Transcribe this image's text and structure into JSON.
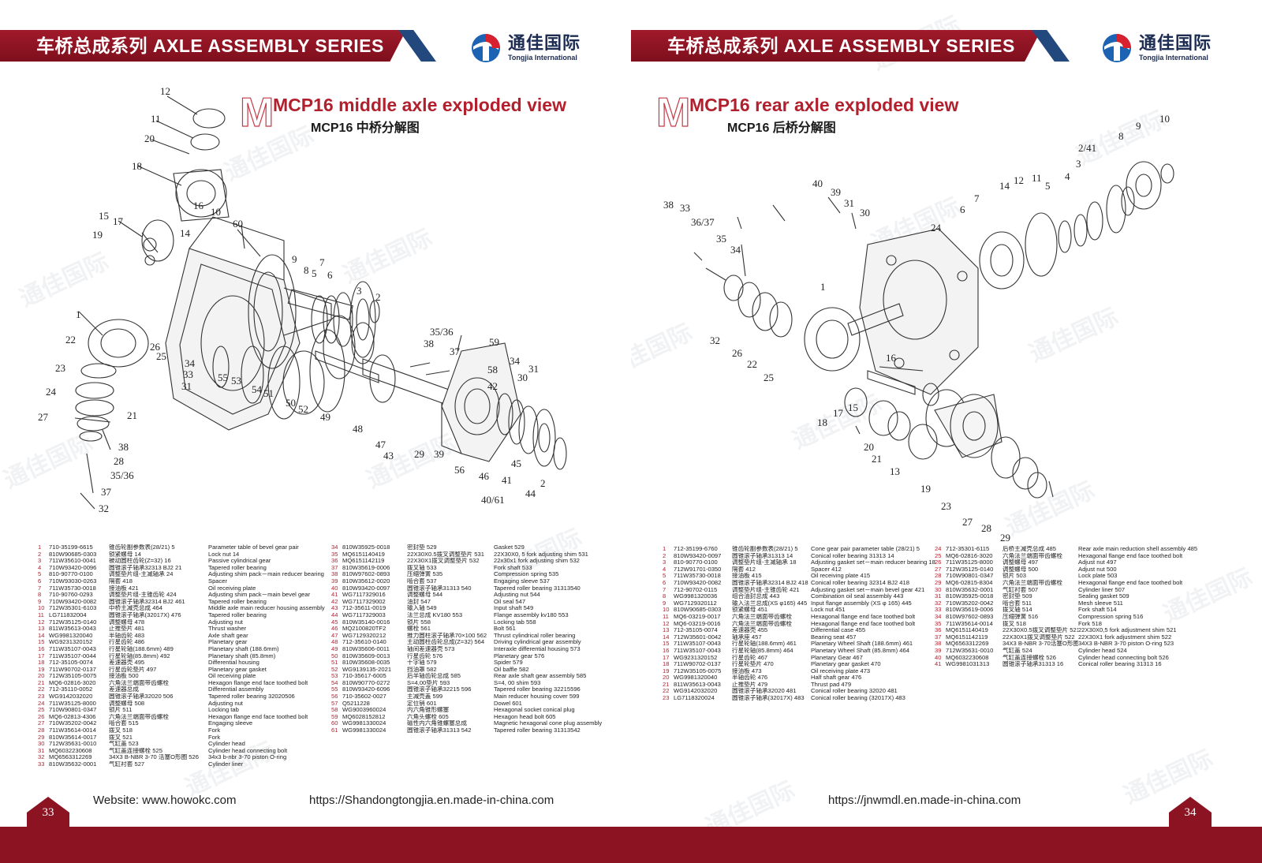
{
  "header": {
    "series_title": "车桥总成系列 AXLE ASSEMBLY SERIES",
    "logo_cn": "通佳国际",
    "logo_en": "Tongjia International"
  },
  "watermark": "通佳国际",
  "colors": {
    "red": "#8c1422",
    "blue": "#23487d",
    "accent": "#b21f2d"
  },
  "left_page": {
    "heading_letter": "M",
    "title_en": "MCP16 middle axle exploded view",
    "title_cn": "MCP16 中桥分解图",
    "callouts": [
      "12",
      "11",
      "20",
      "18",
      "17",
      "15",
      "19",
      "16",
      "14",
      "10",
      "60",
      "1",
      "22",
      "23",
      "24",
      "27",
      "21",
      "26",
      "25",
      "34",
      "33",
      "31",
      "38",
      "28",
      "35/36",
      "37",
      "32",
      "9",
      "7",
      "6",
      "5",
      "8",
      "3",
      "2",
      "55",
      "53",
      "54",
      "51",
      "50",
      "52",
      "49",
      "48",
      "47",
      "43",
      "35/36",
      "38",
      "37",
      "29",
      "39",
      "56",
      "59",
      "58",
      "34",
      "30",
      "31",
      "42",
      "45",
      "46",
      "41",
      "44",
      "40/61",
      "2"
    ],
    "parts_col1": [
      [
        "1",
        "710-35199-6615",
        "锥齿轮副参数表(28/21) 5",
        "Parameter table of bevel gear pair"
      ],
      [
        "2",
        "810W90685-0303",
        "锁紧螺母 14",
        "Lock nut 14"
      ],
      [
        "3",
        "711W35610-0041",
        "被动圆柱齿轮(Z=32) 16",
        "Passive cylindrical gear"
      ],
      [
        "4",
        "710W93420-0096",
        "圆锥滚子轴承32313 BJ2 21",
        "Tapered roller bearing"
      ],
      [
        "5",
        "810-90770-0100",
        "调整垫片组-主减轴承 24",
        "Adjusting shim pack－main reducer bearing"
      ],
      [
        "6",
        "710W93030-0263",
        "隔套 418",
        "Spacer"
      ],
      [
        "7",
        "711W35730-0018",
        "接油板 421",
        "Oil receiving plate"
      ],
      [
        "8",
        "710-90760-0293",
        "调整垫片组-主锥齿轮 424",
        "Adjusting shim pack－main bevel gear"
      ],
      [
        "9",
        "710W93420-0082",
        "圆锥滚子轴承32314 BJ2 461",
        "Tapered roller bearing"
      ],
      [
        "10",
        "712W35301-6103",
        "中桥主减壳总成 464",
        "Middle axle main reducer housing assembly"
      ],
      [
        "11",
        "LG711832004",
        "圆锥滚子轴承(32017X) 476",
        "Tapered roller bearing"
      ],
      [
        "12",
        "712W35125-0140",
        "调整螺母 478",
        "Adjusting nut"
      ],
      [
        "13",
        "811W35613-0043",
        "止推垫片 481",
        "Thrust washer"
      ],
      [
        "14",
        "WG9981320040",
        "半轴齿轮 483",
        "Axle shaft gear"
      ],
      [
        "15",
        "WG9231320152",
        "行星齿轮 486",
        "Planetary gear"
      ],
      [
        "16",
        "711W35107-0043",
        "行星轮轴(188.6mm) 489",
        "Planetary shaft (188.6mm)"
      ],
      [
        "17",
        "711W35107-0044",
        "行星轮轴(85.8mm) 492",
        "Planetary shaft (85.8mm)"
      ],
      [
        "18",
        "712-35105-0074",
        "差速器壳 495",
        "Differential housing"
      ],
      [
        "19",
        "711W90702-0137",
        "行星齿轮垫片 497",
        "Planetary gear gasket"
      ],
      [
        "20",
        "712W35105-0075",
        "接油板 500",
        "Oil receiving plate"
      ],
      [
        "21",
        "MQ6-02816-3020",
        "六角法兰端面带齿螺栓",
        "Hexagon flange end face toothed bolt"
      ],
      [
        "22",
        "712-35110-0052",
        "差速器总成",
        "Differential assembly"
      ],
      [
        "23",
        "WG9142032020",
        "圆锥滚子轴承32020 506",
        "Tapered roller bearing 32020506"
      ],
      [
        "24",
        "711W35125-8000",
        "调整螺母 508",
        "Adjusting nut"
      ],
      [
        "25",
        "710W90801-0347",
        "锁片 511",
        "Locking tab"
      ],
      [
        "26",
        "MQ6-02813-4306",
        "六角法兰端面带齿螺栓",
        "Hexagon flange end face toothed bolt"
      ],
      [
        "27",
        "710W35202-0042",
        "啮合套 515",
        "Engaging sleeve"
      ],
      [
        "28",
        "711W35614-0014",
        "拨叉 518",
        "Fork"
      ],
      [
        "29",
        "810W35614-0017",
        "拨叉 521",
        "Fork"
      ],
      [
        "30",
        "712W35631-0010",
        "气缸盖 523",
        "Cylinder head"
      ],
      [
        "31",
        "MQ6032230608",
        "气缸盖连接螺栓 525",
        "Cylinder head connecting bolt"
      ],
      [
        "32",
        "MQ6563312269",
        "34X3 B-NBR 3-70 活塞O形圈 526",
        "34x3 b-nbr 3-70 piston O-ring"
      ],
      [
        "33",
        "810W35632-0001",
        "气缸衬套 527",
        "Cylinder liner"
      ]
    ],
    "parts_col2": [
      [
        "34",
        "810W35925-0018",
        "密封垫 529",
        "Gasket 529"
      ],
      [
        "35",
        "MQ6151140419",
        "22X30X0.5拨叉调整垫片 531",
        "22X30X0, 5 fork adjusting shim 531"
      ],
      [
        "36",
        "MQ6151142119",
        "22X30X1拨叉调整垫片 532",
        "22x30x1 fork adjusting shim 532"
      ],
      [
        "37",
        "810W35619-0006",
        "拨叉轴 533",
        "Fork shaft 533"
      ],
      [
        "38",
        "810W97602-0893",
        "压缩弹簧 535",
        "Compression spring 535"
      ],
      [
        "39",
        "810W35612-0020",
        "啮合套 537",
        "Engaging sleeve 537"
      ],
      [
        "40",
        "810W93420-0097",
        "圆锥滚子轴承31313 540",
        "Tapered roller bearing 31313540"
      ],
      [
        "41",
        "WG7117329016",
        "调整螺母 544",
        "Adjusting nut 544"
      ],
      [
        "42",
        "WG7117329002",
        "油封 547",
        "Oil seal 547"
      ],
      [
        "43",
        "712-35611-0019",
        "输入轴 549",
        "Input shaft 549"
      ],
      [
        "44",
        "WG7117329003",
        "法兰总成 KV180 553",
        "Flange assembly kv180 553"
      ],
      [
        "45",
        "810W35140-0016",
        "锁片 558",
        "Locking tab 558"
      ],
      [
        "46",
        "MQ2100820TF2",
        "螺栓 561",
        "Bolt 561"
      ],
      [
        "47",
        "WG7129320212",
        "推力圆柱滚子轴承70×100 562",
        "Thrust cylindrical roller bearing"
      ],
      [
        "48",
        "712-35610-0140",
        "主动圆柱齿轮总成(Z=32) 564",
        "Driving cylindrical gear assembly"
      ],
      [
        "49",
        "810W35606-0011",
        "轴间差速器壳 573",
        "Interaxle differential housing 573"
      ],
      [
        "50",
        "810W35609-0013",
        "行星齿轮 576",
        "Planetary gear 576"
      ],
      [
        "51",
        "810W35608-0035",
        "十字轴 579",
        "Spider 579"
      ],
      [
        "52",
        "WG9139135-2021",
        "挡油罩 582",
        "Oil baffle 582"
      ],
      [
        "53",
        "710-35617-6005",
        "后半轴齿轮总成 585",
        "Rear axle shaft gear assembly 585"
      ],
      [
        "54",
        "810W90770-0272",
        "S=4,00垫片 593",
        "S=4, 00 shim 593"
      ],
      [
        "55",
        "810W93420-6096",
        "圆锥滚子轴承32215 596",
        "Tapered roller bearing 32215596"
      ],
      [
        "56",
        "710-35602-0027",
        "主减壳盖 599",
        "Main reducer housing cover 599"
      ],
      [
        "57",
        "Q5211228",
        "定位销 601",
        "Dowel 601"
      ],
      [
        "58",
        "WG9003960024",
        "内六角锥形螺塞",
        "Hexagonal socket conical plug"
      ],
      [
        "59",
        "MQ6028152812",
        "六角头螺栓 605",
        "Hexagon head bolt 605"
      ],
      [
        "60",
        "WG9981330024",
        "磁性内六角锥螺塞总成",
        "Magnetic hexagonal cone plug assembly"
      ],
      [
        "61",
        "WG9981330024",
        "圆锥滚子轴承31313 542",
        "Tapered roller bearing 31313542"
      ]
    ],
    "website": "Website: www.howokc.com",
    "website2": "https://Shandongtongjia.en.made-in-china.com",
    "page_number": "33"
  },
  "right_page": {
    "heading_letter": "M",
    "title_en": "MCP16 rear axle exploded view",
    "title_cn": "MCP16 后桥分解图",
    "callouts": [
      "10",
      "9",
      "8",
      "2/41",
      "3",
      "4",
      "5",
      "11",
      "12",
      "14",
      "7",
      "6",
      "40",
      "39",
      "31",
      "30",
      "38",
      "33",
      "36/37",
      "35",
      "34",
      "24",
      "1",
      "32",
      "26",
      "22",
      "25",
      "16",
      "18",
      "17",
      "15",
      "20",
      "21",
      "13",
      "19",
      "23",
      "27",
      "28",
      "29"
    ],
    "parts_col1": [
      [
        "1",
        "712-35199-6760",
        "锥齿轮副参数表(28/21) 5",
        "Cone gear pair parameter table (28/21) 5"
      ],
      [
        "2",
        "810W93420-0097",
        "圆锥滚子轴承31313 14",
        "Conical roller bearing 31313 14"
      ],
      [
        "3",
        "810-90770-0100",
        "调整垫片组-主减轴承 18",
        "Adjusting gasket set－main reducer bearing 18"
      ],
      [
        "4",
        "712W91701-0350",
        "隔套 412",
        "Spacer 412"
      ],
      [
        "5",
        "711W35730-0018",
        "接油板 415",
        "Oil receiving plate 415"
      ],
      [
        "6",
        "710W93420-0082",
        "圆锥滚子轴承32314 BJ2 418",
        "Conical roller bearing 32314 BJ2 418"
      ],
      [
        "7",
        "712-90702-0115",
        "调整垫片组-主锥齿轮 421",
        "Adjusting gasket set－main bevel gear 421"
      ],
      [
        "8",
        "WG9981320036",
        "组合油封总成 443",
        "Combination oil seal assembly 443"
      ],
      [
        "9",
        "WG7129320112",
        "输入法兰总成(XS φ165) 445",
        "Input flange assembly (XS φ 165) 445"
      ],
      [
        "10",
        "810W90685-0303",
        "锁紧螺母 451",
        "Lock nut 451"
      ],
      [
        "11",
        "MQ6-03219-0017",
        "六角法兰端面带齿螺栓",
        "Hexagonal flange end face toothed bolt"
      ],
      [
        "12",
        "MQ6-03219-0016",
        "六角法兰端面带齿螺栓",
        "Hexagonal flange end face toothed bolt"
      ],
      [
        "13",
        "712-35105-0074",
        "差速器壳 455",
        "Differential case 455"
      ],
      [
        "14",
        "712W35601-0042",
        "轴承座 457",
        "Bearing seat 457"
      ],
      [
        "15",
        "711W35107-0043",
        "行星轮轴(188.6mm) 461",
        "Planetary Wheel Shaft (188.6mm) 461"
      ],
      [
        "16",
        "711W35107-0043",
        "行星轮轴(85.8mm) 464",
        "Planetary Wheel Shaft (85.8mm) 464"
      ],
      [
        "17",
        "WG9231320152",
        "行星齿轮 467",
        "Planetary Gear 467"
      ],
      [
        "18",
        "711W90702-0137",
        "行星轮垫片 470",
        "Planetary gear gasket 470"
      ],
      [
        "19",
        "712W35105-0075",
        "接油板 473",
        "Oil receiving plate 473"
      ],
      [
        "20",
        "WG9981320040",
        "半轴齿轮 476",
        "Half shaft gear 476"
      ],
      [
        "21",
        "811W35613-0043",
        "止推垫片 479",
        "Thrust pad 479"
      ],
      [
        "22",
        "WG9142032020",
        "圆锥滚子轴承32020 481",
        "Conical roller bearing 32020 481"
      ],
      [
        "23",
        "LG7118320024",
        "圆锥滚子轴承(32017X) 483",
        "Conical roller bearing (32017X) 483"
      ]
    ],
    "parts_col2": [
      [
        "24",
        "712-35301-6115",
        "后桥主减壳总成 485",
        "Rear axle main reduction shell assembly 485"
      ],
      [
        "25",
        "MQ6-02816-3020",
        "六角法兰端面带齿螺栓",
        "Hexagonal flange end face toothed bolt"
      ],
      [
        "26",
        "711W35125-8000",
        "调整螺母 497",
        "Adjust nut 497"
      ],
      [
        "27",
        "712W35125-0140",
        "调整螺母 500",
        "Adjust nut 500"
      ],
      [
        "28",
        "710W90801-0347",
        "锁片 503",
        "Lock plate 503"
      ],
      [
        "29",
        "MQ6-02815-8304",
        "六角法兰端面带齿螺栓",
        "Hexagonal flange end face toothed bolt"
      ],
      [
        "30",
        "810W35632-0001",
        "气缸衬套 507",
        "Cylinder liner 507"
      ],
      [
        "31",
        "810W35925-0018",
        "密封垫 509",
        "Sealing gasket 509"
      ],
      [
        "32",
        "710W35202-0042",
        "啮合套 511",
        "Mesh sleeve 511"
      ],
      [
        "33",
        "810W35619-0006",
        "拨叉轴 514",
        "Fork shaft 514"
      ],
      [
        "34",
        "810W97602-0893",
        "压缩弹簧 516",
        "Compression spring 516"
      ],
      [
        "35",
        "711W35614-0014",
        "拨叉 518",
        "Fork 518"
      ],
      [
        "36",
        "MQ6151140419",
        "22X30X0.5拨叉调整垫片 521",
        "22X30X0,5 fork adjustment shim 521"
      ],
      [
        "37",
        "MQ6151142119",
        "22X30X1拨叉调整垫片 522",
        "22X30X1 fork adjustment shim 522"
      ],
      [
        "38",
        "MQ6563312269",
        "34X3 B-NBR 3-70活塞O形圈 523",
        "34X3 B-NBR 3-70 piston O-ring 523"
      ],
      [
        "39",
        "712W35631-0010",
        "气缸盖 524",
        "Cylinder head 524"
      ],
      [
        "40",
        "MQ6032230608",
        "气缸盖连接螺栓 526",
        "Cylinder head connecting bolt 526"
      ],
      [
        "41",
        "WG9981031313",
        "圆锥滚子轴承31313 16",
        "Conical roller bearing 31313 16"
      ]
    ],
    "website": "https://jnwmdl.en.made-in-china.com",
    "page_number": "34"
  }
}
